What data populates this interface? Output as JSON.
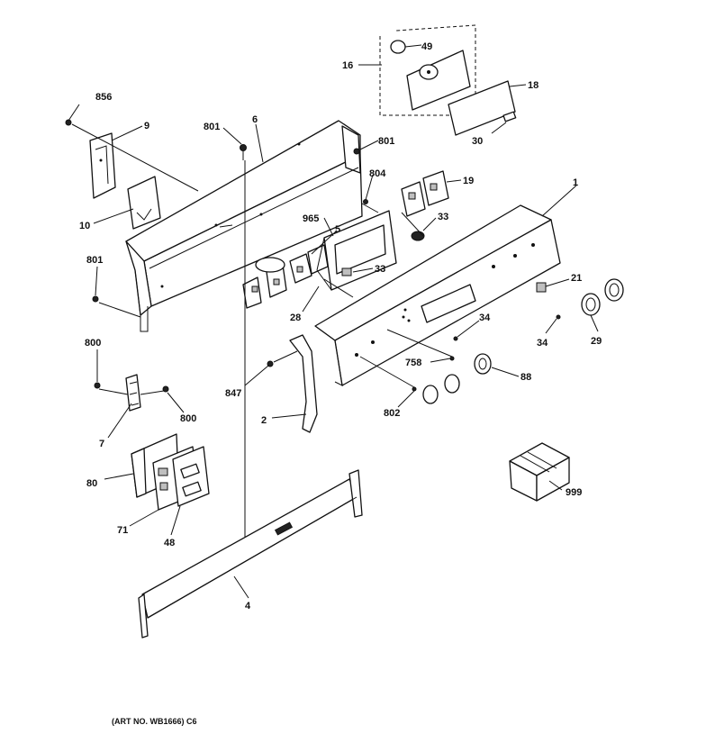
{
  "caption": "(ART NO. WB1666) C6",
  "callouts": {
    "c856": "856",
    "c9": "9",
    "c10": "10",
    "c801a": "801",
    "c6": "6",
    "c801b": "801",
    "c801c": "801",
    "c804": "804",
    "c965": "965",
    "c5": "5",
    "c33a": "33",
    "c33b": "33",
    "c28": "28",
    "c16": "16",
    "c49": "49",
    "c18": "18",
    "c30": "30",
    "c19": "19",
    "c1": "1",
    "c21": "21",
    "c29": "29",
    "c34a": "34",
    "c34b": "34",
    "c758": "758",
    "c88": "88",
    "c800a": "800",
    "c800b": "800",
    "c7": "7",
    "c847": "847",
    "c2": "2",
    "c802": "802",
    "c80": "80",
    "c71": "71",
    "c48": "48",
    "c4": "4",
    "c999": "999"
  }
}
